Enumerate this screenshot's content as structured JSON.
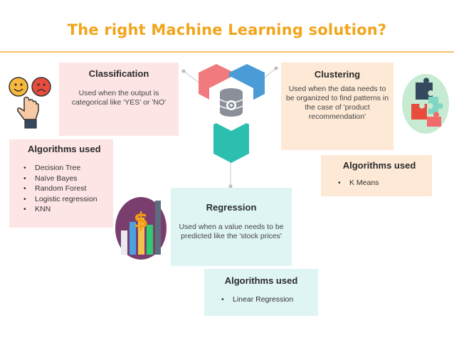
{
  "title": "The right Machine Learning solution?",
  "colors": {
    "title": "#f2a51c",
    "rule": "#f4c26b",
    "pink_box": "#fde5e6",
    "peach_box": "#fde9d6",
    "teal_box": "#dff5f4",
    "hex_red": "#f07a7e",
    "hex_blue": "#4a9bd6",
    "hex_teal": "#2cbfb0",
    "hex_center": "#8a8f99"
  },
  "classification": {
    "heading": "Classification",
    "description": "Used when the output is categorical like 'YES' or 'NO'",
    "algorithms_heading": "Algorithms used",
    "algorithms": [
      "Decision Tree",
      "Naïve Bayes",
      "Random Forest",
      "Logistic regression",
      "KNN"
    ]
  },
  "clustering": {
    "heading": "Clustering",
    "description": "Used when the data needs to be organized to find patterns in the case of 'product recommendation'",
    "algorithms_heading": "Algorithms used",
    "algorithms": [
      "K Means"
    ]
  },
  "regression": {
    "heading": "Regression",
    "description": "Used when a value needs to be predicted like the 'stock prices'",
    "algorithms_heading": "Algorithms used",
    "algorithms": [
      "Linear Regression"
    ]
  },
  "icons": {
    "classification": "happy-sad-faces-hand-icon",
    "clustering": "puzzle-pieces-icon",
    "regression": "dollar-bar-chart-icon",
    "center": "database-gear-icon"
  }
}
